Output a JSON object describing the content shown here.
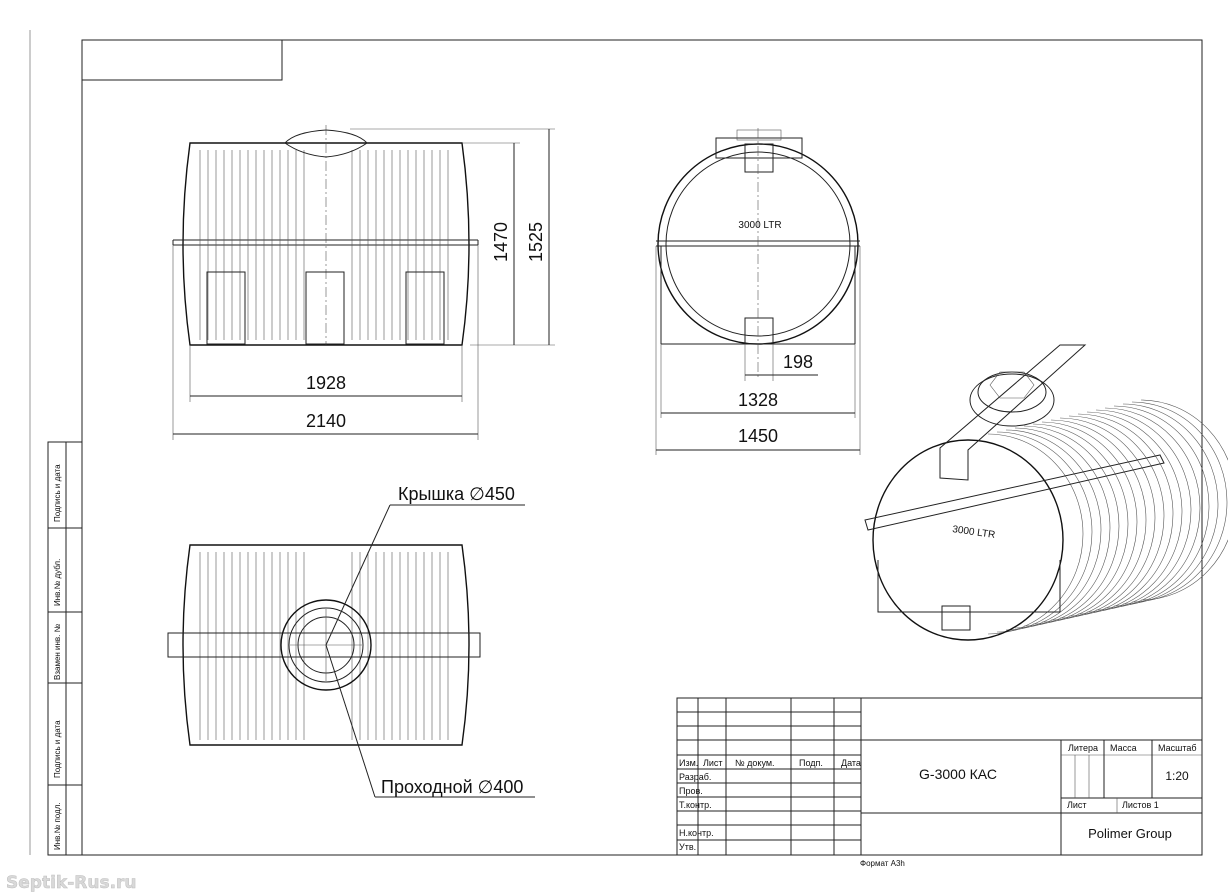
{
  "drawing": {
    "dims": {
      "h_inner": "1470",
      "h_outer": "1525",
      "w_inner": "1928",
      "w_outer": "2140",
      "side_small": "198",
      "side_inner": "1328",
      "side_outer": "1450"
    },
    "tank_label": "3000 LTR",
    "callout_lid": "Крышка ∅450",
    "callout_pass": "Проходной ∅400"
  },
  "side_stamp": [
    "Подпись и дата",
    "Инв.№ дубл.",
    "Взамен инв. №",
    "Подпись и дата",
    "Инв.№ подл."
  ],
  "title_block": {
    "col_headers": [
      "Изм.",
      "Лист",
      "№ докум.",
      "Подп.",
      "Дата"
    ],
    "rows": [
      "Разраб.",
      "Пров.",
      "Т.контр.",
      "Н.контр.",
      "Утв."
    ],
    "designation": "G-3000 КАС",
    "litera_label": "Литера",
    "mass_label": "Масса",
    "scale_label": "Масштаб",
    "scale_value": "1:20",
    "sheet_label": "Лист",
    "sheets_label": "Листов 1",
    "company": "Polimer Group",
    "format": "Формат А3h"
  },
  "watermark": "Septik-Rus.ru"
}
